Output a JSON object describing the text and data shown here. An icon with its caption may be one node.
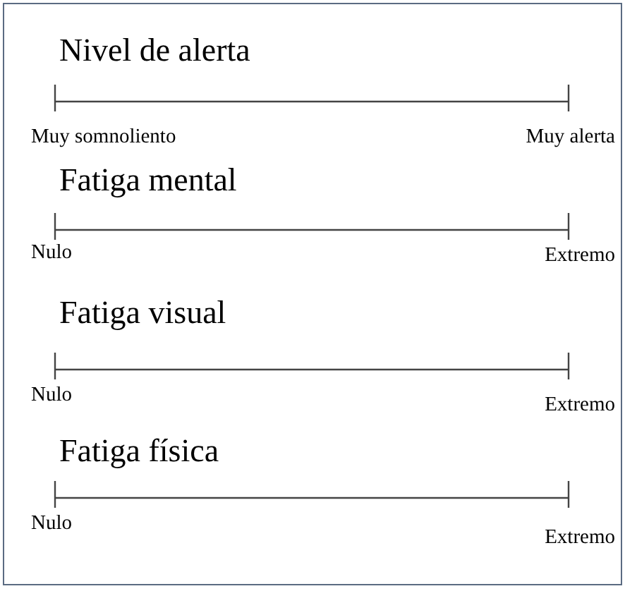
{
  "diagram": {
    "labels": [
      "Nivel de alerta",
      "Muy somnoliento",
      "Muy alerta",
      "Fatiga mental",
      "Nulo",
      "Extremo",
      "Fatiga visual",
      "Nulo",
      "Extremo",
      "Fatiga física",
      "Nulo",
      "Extremo"
    ]
  }
}
